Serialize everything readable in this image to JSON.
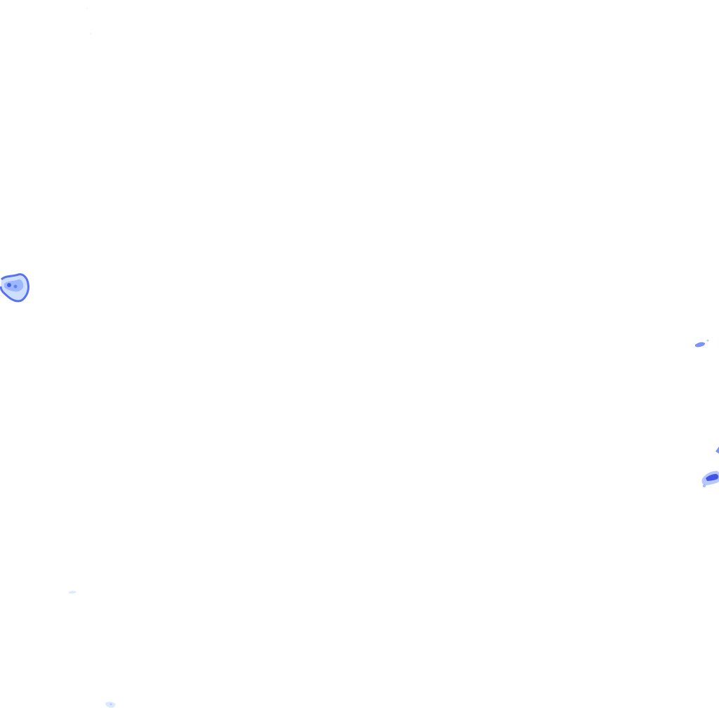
{
  "map": {
    "background_color": "#ffffff",
    "palette": {
      "light": "#bcd3ff",
      "medium": "#7d9cff",
      "dark": "#3f5af0",
      "deep": "#2438e0"
    },
    "features": [
      {
        "id": "west-cluster",
        "kind": "cell-ring"
      },
      {
        "id": "east-fleck",
        "kind": "fleck"
      },
      {
        "id": "east-edge-speck",
        "kind": "speck"
      },
      {
        "id": "east-edge-cluster",
        "kind": "cell-cluster"
      },
      {
        "id": "southwest-speck",
        "kind": "faint-speck"
      },
      {
        "id": "south-speck",
        "kind": "faint-speck"
      },
      {
        "id": "north-dust-1",
        "kind": "trace"
      },
      {
        "id": "north-dust-2",
        "kind": "trace"
      }
    ]
  }
}
